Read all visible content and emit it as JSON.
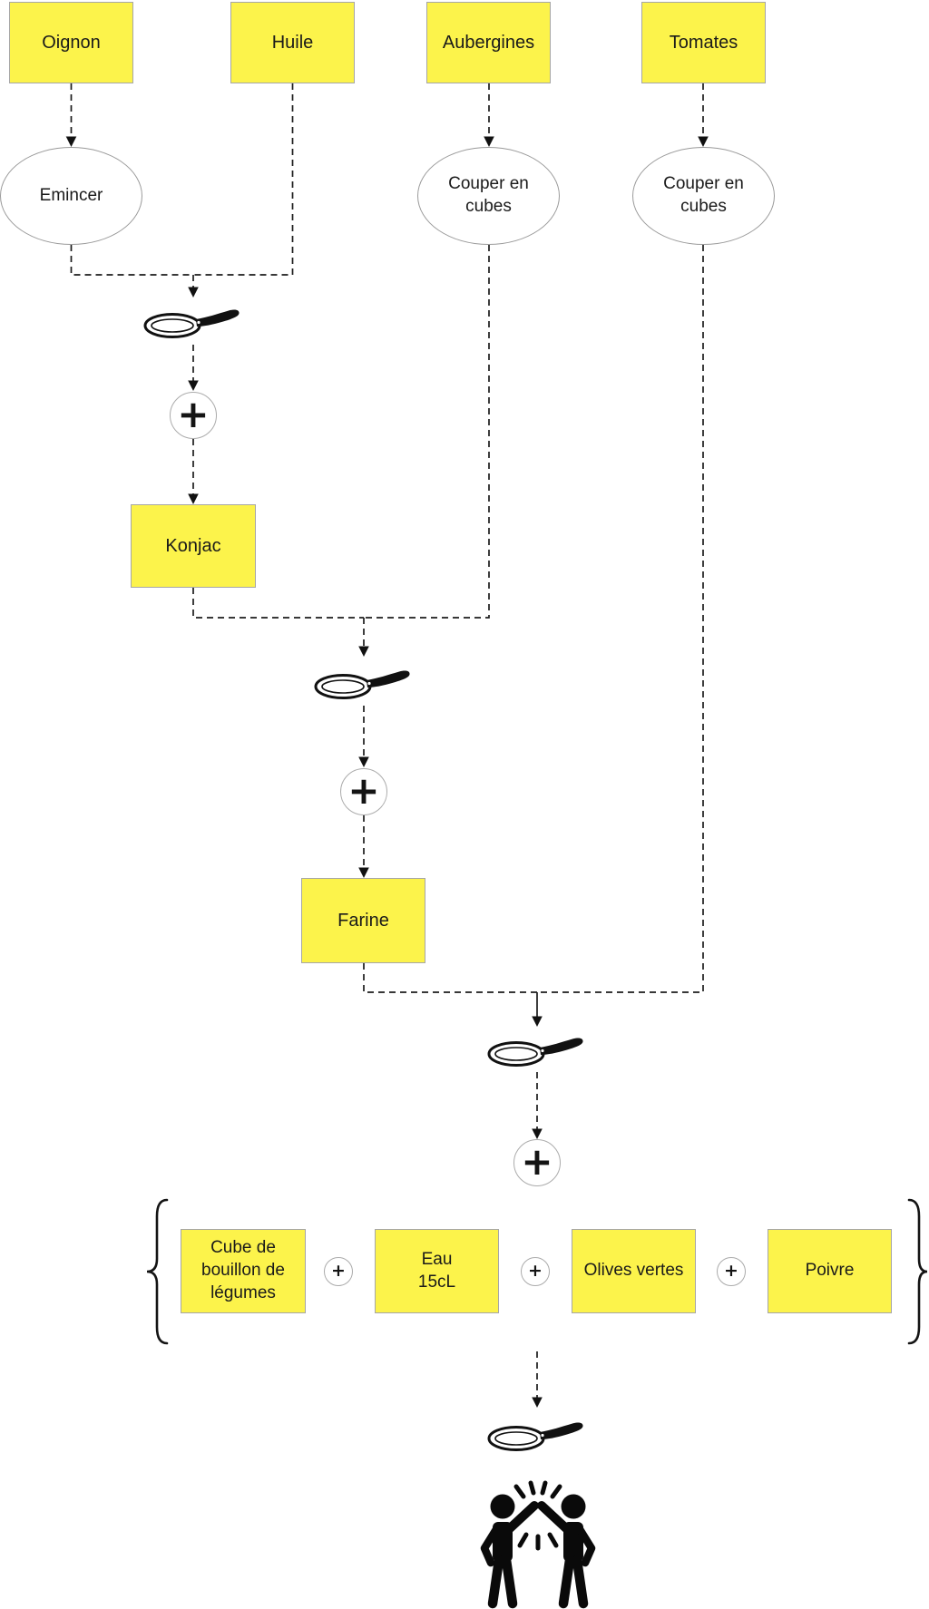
{
  "colors": {
    "node_fill": "#FCF34B",
    "node_border": "#a6a6a6",
    "ellipse_border": "#9a9a9a",
    "line": "#1c1c1c",
    "text": "#1a1a1a"
  },
  "plus_symbol": "+",
  "ingredients": {
    "oignon": {
      "label": "Oignon"
    },
    "huile": {
      "label": "Huile"
    },
    "aubergines": {
      "label": "Aubergines"
    },
    "tomates": {
      "label": "Tomates"
    },
    "konjac": {
      "label": "Konjac"
    },
    "farine": {
      "label": "Farine"
    }
  },
  "operations": {
    "emincer": {
      "label": "Emincer"
    },
    "couper_aubergines": {
      "lines": [
        "Couper en",
        "cubes"
      ]
    },
    "couper_tomates": {
      "lines": [
        "Couper en",
        "cubes"
      ]
    }
  },
  "final_additions": {
    "bouillon": {
      "lines": [
        "Cube de",
        "bouillon de",
        "légumes"
      ]
    },
    "eau": {
      "lines": [
        "Eau",
        "15cL"
      ]
    },
    "olives": {
      "label": "Olives vertes"
    },
    "poivre": {
      "label": "Poivre"
    }
  },
  "icons": {
    "pan": "frying-pan-icon",
    "celebration": "high-five-icon"
  }
}
